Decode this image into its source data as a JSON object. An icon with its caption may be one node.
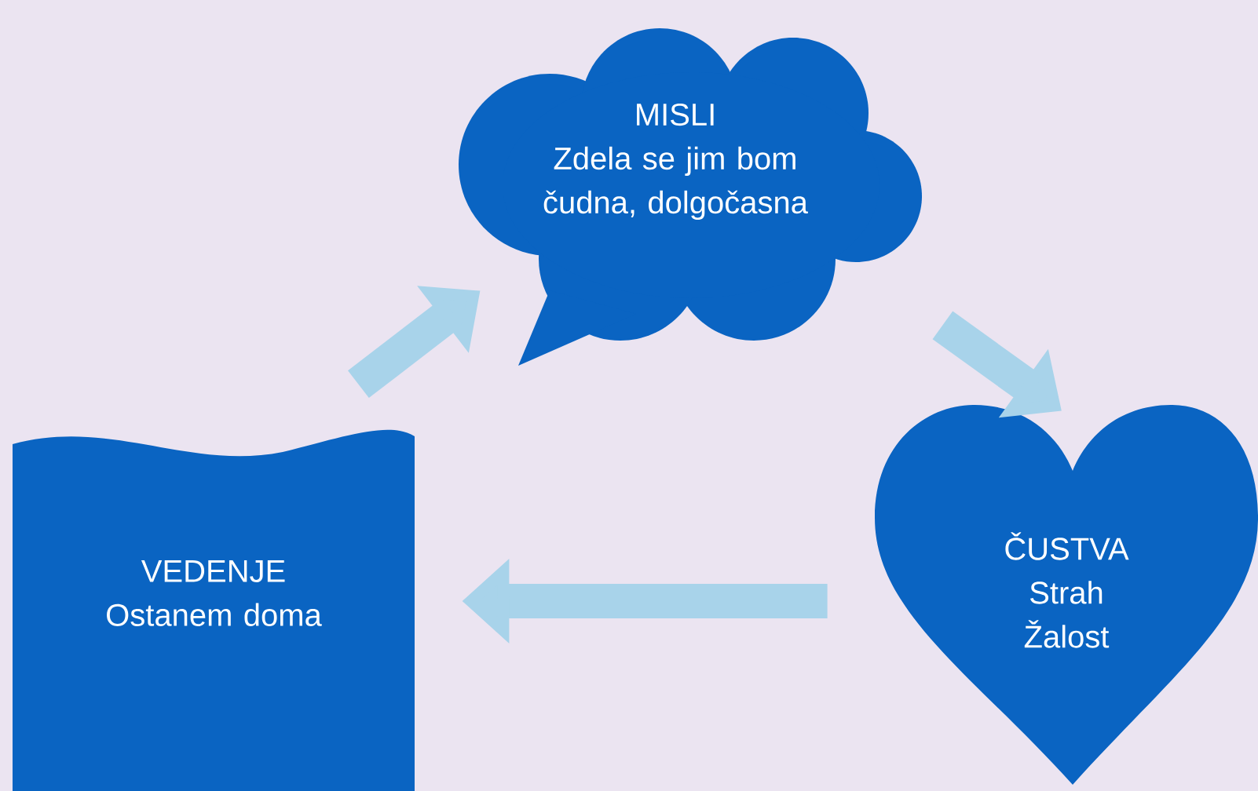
{
  "diagram": {
    "nodes": [
      {
        "text": [
          "MISLI",
          "Zdela se jim bom čudna, dolgočasna"
        ]
      },
      {
        "text": [
          "ČUSTVA",
          "Strah",
          "Žalost"
        ]
      },
      {
        "text": [
          "VEDENJE",
          "Ostanem doma"
        ]
      }
    ],
    "edges": [
      {
        "from": 0,
        "to": 1,
        "arrow": "to"
      },
      {
        "from": 1,
        "to": 2,
        "arrow": "to"
      },
      {
        "from": 2,
        "to": 0,
        "arrow": "to"
      }
    ]
  }
}
